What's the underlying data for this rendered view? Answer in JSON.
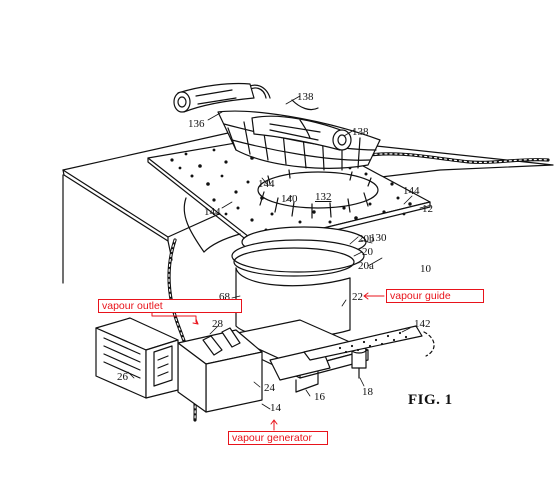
{
  "figure_label": "FIG. 1",
  "callouts": {
    "vapour_outlet": "vapour outlet",
    "vapour_guide": "vapour guide",
    "vapour_generator": "vapour generator"
  },
  "reference_numerals": {
    "n136": "136",
    "n138a": "138",
    "n138b": "138",
    "n144a": "144",
    "n144b": "144",
    "n144c": "144",
    "n140": "140",
    "n132": "132",
    "n12": "12",
    "n130": "130",
    "n20b": "20b",
    "n20": "20",
    "n20a": "20a",
    "n10": "10",
    "n68": "68",
    "n22": "22",
    "n28": "28",
    "n142": "142",
    "n26": "26",
    "n24": "24",
    "n14": "14",
    "n16": "16",
    "n18": "18"
  },
  "colors": {
    "line": "#111111",
    "annotation": "#e8131b"
  }
}
